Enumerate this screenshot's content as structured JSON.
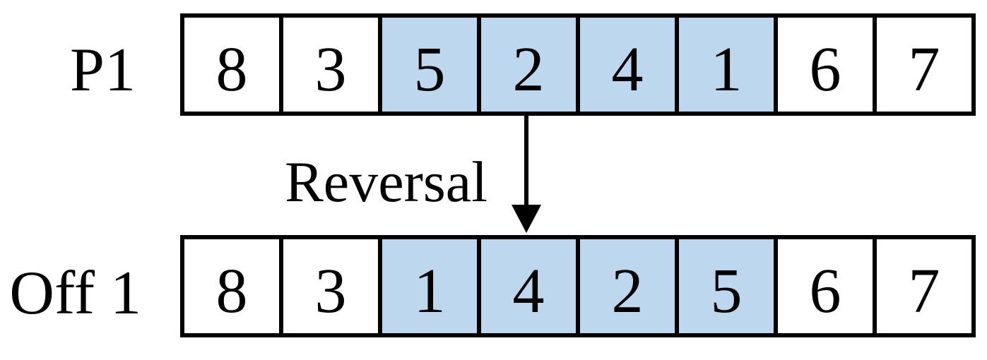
{
  "rows": [
    {
      "label": "P1",
      "cells": [
        {
          "value": "8",
          "highlighted": false
        },
        {
          "value": "3",
          "highlighted": false
        },
        {
          "value": "5",
          "highlighted": true
        },
        {
          "value": "2",
          "highlighted": true
        },
        {
          "value": "4",
          "highlighted": true
        },
        {
          "value": "1",
          "highlighted": true
        },
        {
          "value": "6",
          "highlighted": false
        },
        {
          "value": "7",
          "highlighted": false
        }
      ]
    },
    {
      "label": "Off 1",
      "cells": [
        {
          "value": "8",
          "highlighted": false
        },
        {
          "value": "3",
          "highlighted": false
        },
        {
          "value": "1",
          "highlighted": true
        },
        {
          "value": "4",
          "highlighted": true
        },
        {
          "value": "2",
          "highlighted": true
        },
        {
          "value": "5",
          "highlighted": true
        },
        {
          "value": "6",
          "highlighted": false
        },
        {
          "value": "7",
          "highlighted": false
        }
      ]
    }
  ],
  "operation": {
    "label": "Reversal"
  },
  "colors": {
    "highlight": "#bdd7ee",
    "cell": "#ffffff",
    "stroke": "#000000"
  }
}
